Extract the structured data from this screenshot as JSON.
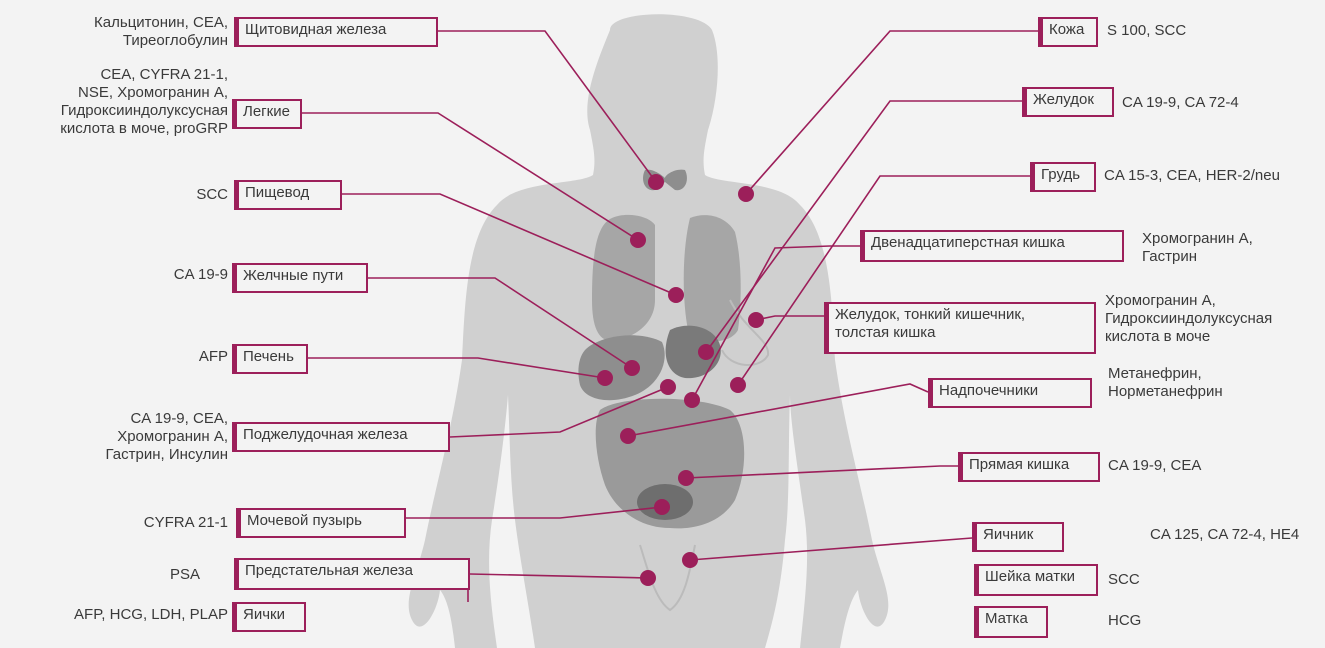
{
  "left": [
    {
      "organ": "Щитовидная железа",
      "markers": "Кальцитонин, CEA,\nТиреоглобулин"
    },
    {
      "organ": "Легкие",
      "markers": "CEA, CYFRA 21-1,\nNSE, Хромогранин А,\nГидроксииндолуксусная\nкислота в моче, proGRP"
    },
    {
      "organ": "Пищевод",
      "markers": "SCC"
    },
    {
      "organ": "Желчные пути",
      "markers": "CA 19-9"
    },
    {
      "organ": "Печень",
      "markers": "AFP"
    },
    {
      "organ": "Поджелудочная железа",
      "markers": "CA 19-9, CEA,\nХромогранин А,\nГастрин, Инсулин"
    },
    {
      "organ": "Мочевой пузырь",
      "markers": "CYFRA 21-1"
    },
    {
      "organ": "Предстательная железа",
      "markers": "PSA"
    },
    {
      "organ": "Яички",
      "markers": "AFP, HCG, LDH, PLAP"
    }
  ],
  "right": [
    {
      "organ": "Кожа",
      "markers": "S 100, SCC"
    },
    {
      "organ": "Желудок",
      "markers": "CA 19-9, CA 72-4"
    },
    {
      "organ": "Грудь",
      "markers": "CA 15-3, CEA, HER-2/neu"
    },
    {
      "organ": "Двенадцатиперстная кишка",
      "markers": "Хромогранин А,\nГастрин"
    },
    {
      "organ": "Желудок, тонкий кишечник,\nтолстая кишка",
      "markers": "Хромогранин А,\nГидроксииндолуксусная\nкислота в моче"
    },
    {
      "organ": "Надпочечники",
      "markers": "Метанефрин,\nНорметанефрин"
    },
    {
      "organ": "Прямая кишка",
      "markers": "CA 19-9, CEA"
    },
    {
      "organ": "Яичник",
      "markers": "CA 125, CA 72-4, HE4"
    },
    {
      "organ": "Шейка матки",
      "markers": "SCC"
    },
    {
      "organ": "Матка",
      "markers": "HCG"
    }
  ],
  "colors": {
    "accent": "#9c1f5a",
    "body": "#cfcfcf",
    "organ": "#9e9e9e",
    "organ_dark": "#7a7a7a",
    "background": "#f3f3f3"
  }
}
